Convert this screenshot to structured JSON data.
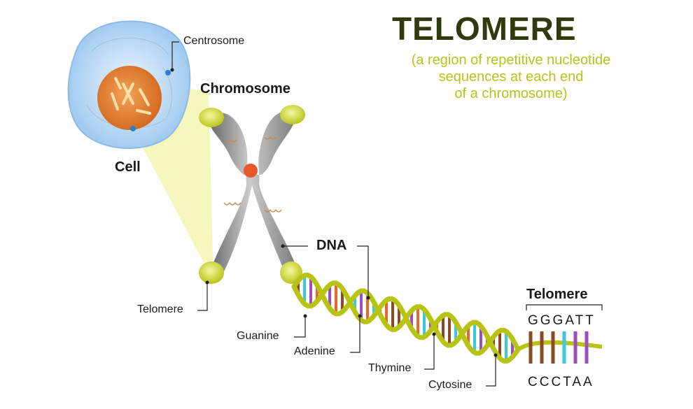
{
  "title": "TELOMERE",
  "subtitle": [
    "(a region of repetitive nucleotide",
    "sequences at each end",
    "of a chromosome)"
  ],
  "labels": {
    "centrosome": "Centrosome",
    "chromosome": "Chromosome",
    "cell": "Cell",
    "dna": "DNA",
    "telomere_left": "Telomere",
    "guanine": "Guanine",
    "adenine": "Adenine",
    "thymine": "Thymine",
    "cytosine": "Cytosine",
    "telomere_right": "Telomere"
  },
  "sequence_top": "GGGATT",
  "sequence_bottom": "CCCTAA",
  "colors": {
    "title": "#2f3a0d",
    "subtitle": "#b8c21a",
    "guanine": "#e8682a",
    "adenine": "#9a4ec0",
    "thymine": "#3fc7e0",
    "cytosine": "#8a4a22",
    "backbone": "#b8c414"
  }
}
